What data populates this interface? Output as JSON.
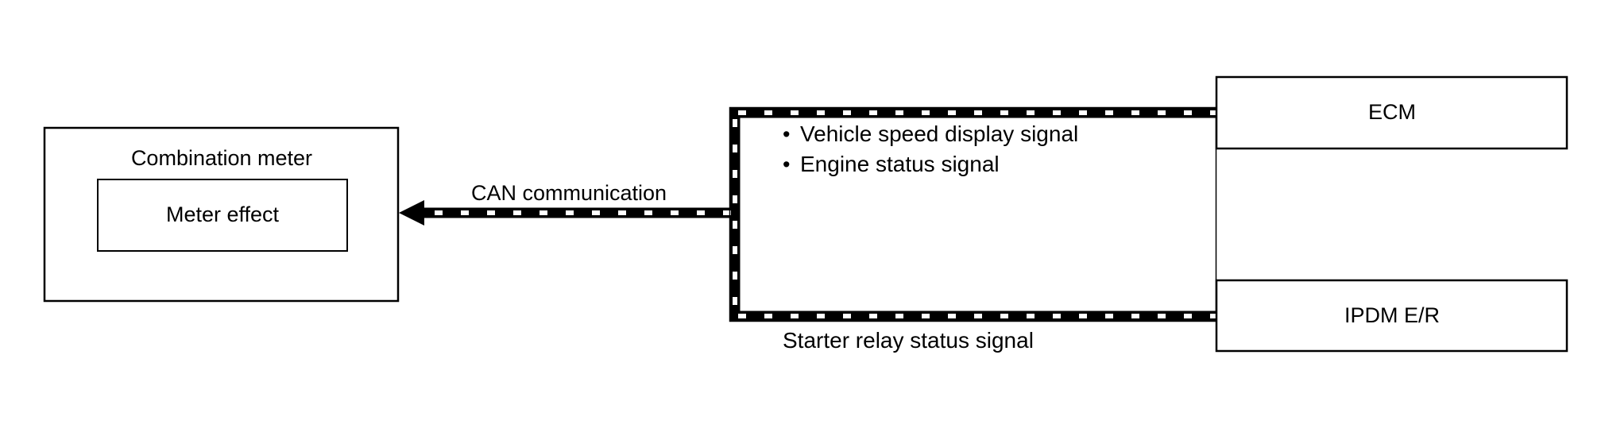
{
  "diagram": {
    "nodes": {
      "combination_meter": {
        "label": "Combination meter",
        "inner_label": "Meter effect"
      },
      "ecm": {
        "label": "ECM"
      },
      "ipdm": {
        "label": "IPDM E/R"
      }
    },
    "connections": {
      "can_label": "CAN communication",
      "ecm_signals": [
        "Vehicle speed display signal",
        "Engine status signal"
      ],
      "ipdm_signals": [
        "Starter relay status signal"
      ],
      "bullet": "•"
    },
    "colors": {
      "line": "#000000",
      "background": "#ffffff",
      "dash": "#ffffff"
    }
  }
}
